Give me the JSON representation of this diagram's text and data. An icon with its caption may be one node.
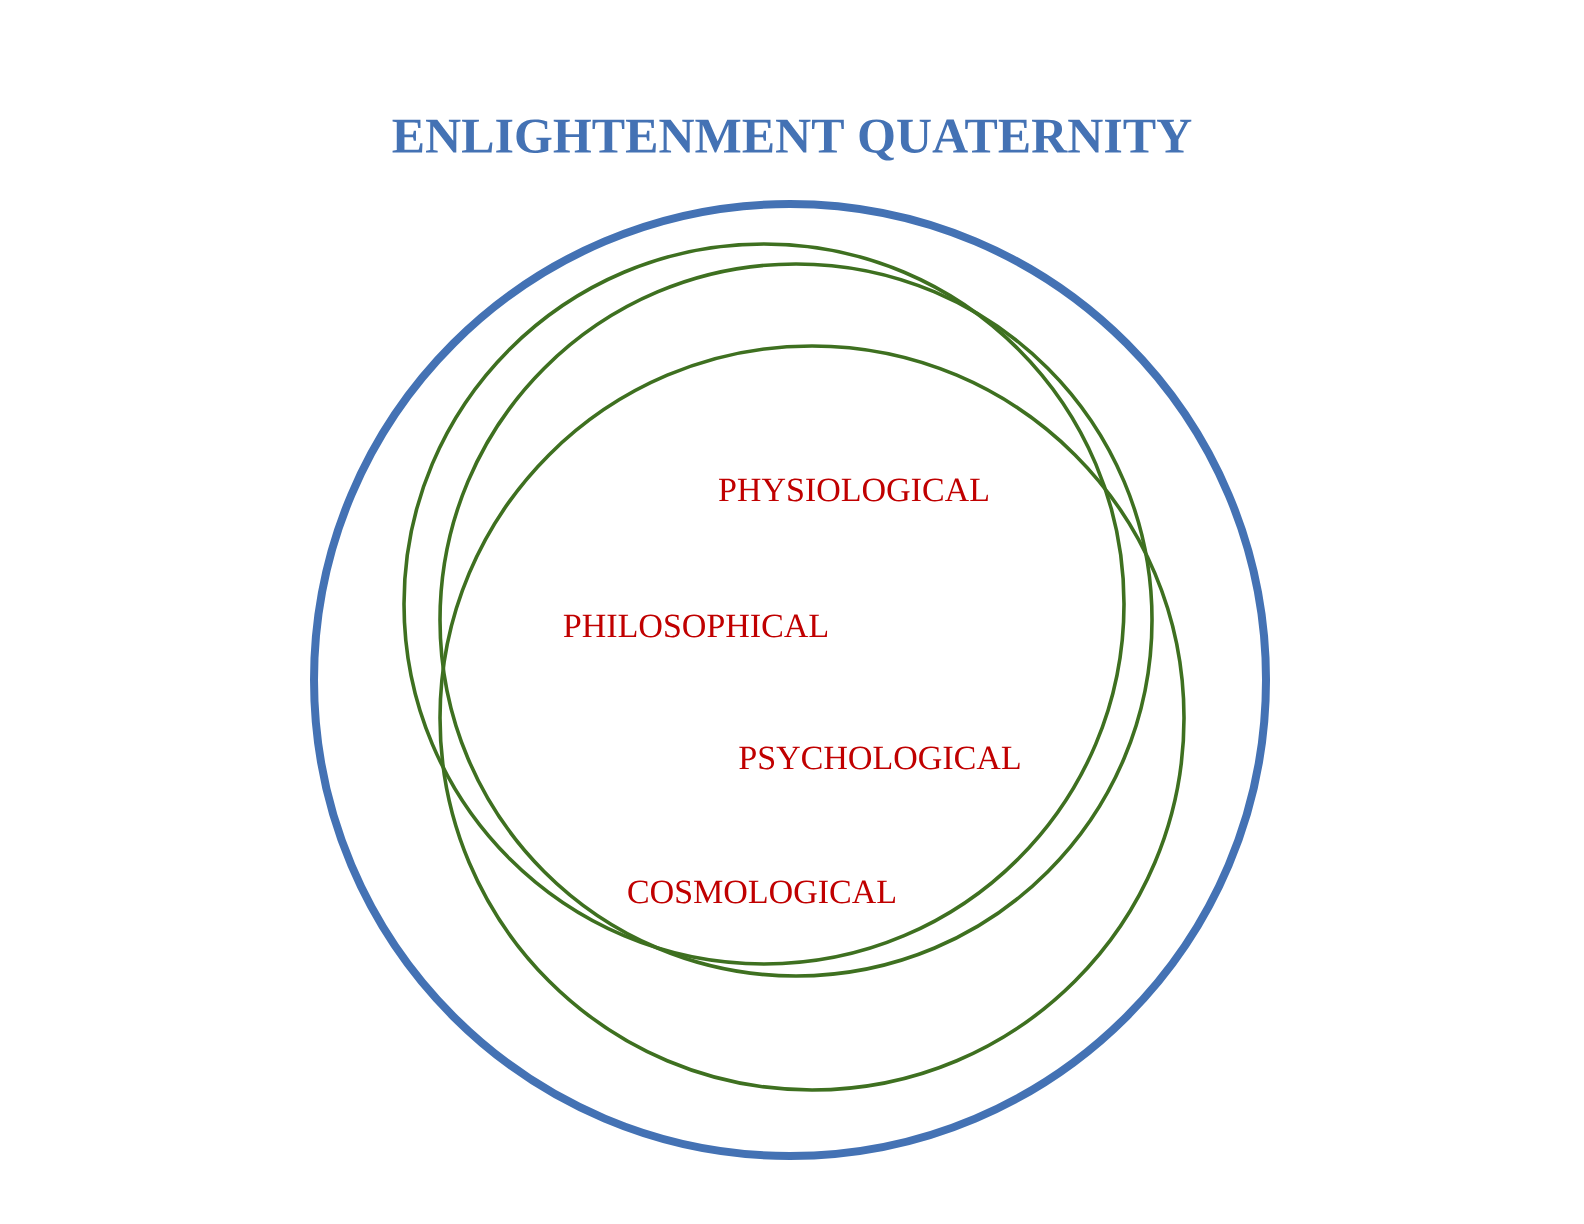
{
  "diagram": {
    "title": "ENLIGHTENMENT QUATERNITY",
    "nodes": [
      {
        "text": [],
        "shape": "circle"
      },
      {
        "text": [],
        "shape": "circle",
        "in": 0
      },
      {
        "text": [],
        "shape": "circle",
        "in": 0
      },
      {
        "text": [],
        "shape": "circle",
        "in": 0
      }
    ],
    "labels": [
      "PHYSIOLOGICAL",
      "PHILOSOPHICAL",
      "PSYCHOLOGICAL",
      "COSMOLOGICAL"
    ]
  }
}
